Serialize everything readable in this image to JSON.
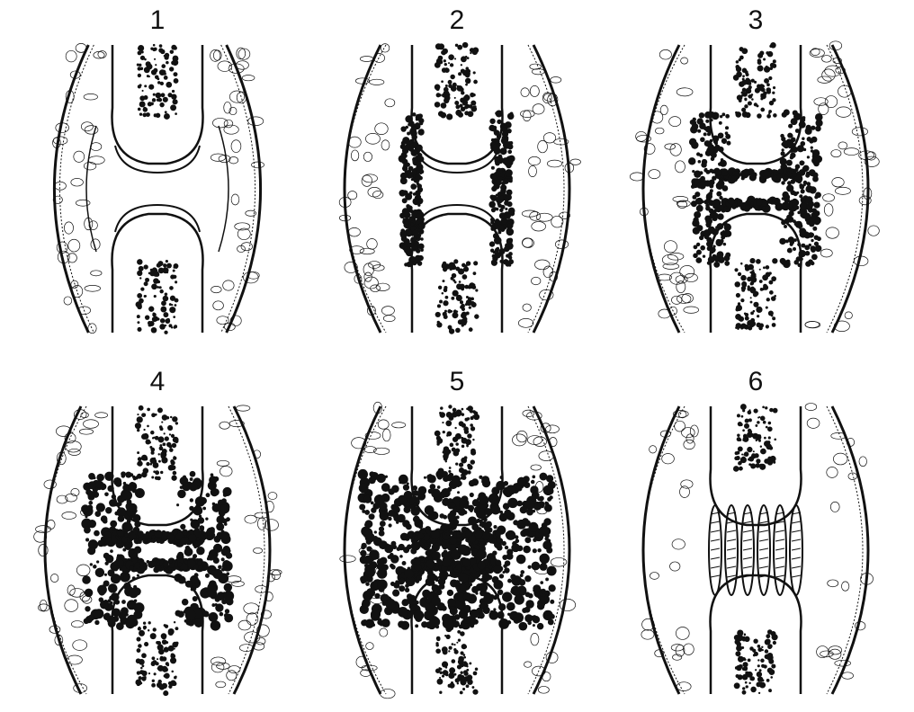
{
  "figure": {
    "panels": [
      {
        "label": "1",
        "stage": 1
      },
      {
        "label": "2",
        "stage": 2
      },
      {
        "label": "3",
        "stage": 3
      },
      {
        "label": "4",
        "stage": 4
      },
      {
        "label": "5",
        "stage": 5
      },
      {
        "label": "6",
        "stage": 6
      }
    ],
    "colors": {
      "ink": "#111111",
      "paper": "#ffffff",
      "stipple": "#9a9a9a"
    }
  }
}
